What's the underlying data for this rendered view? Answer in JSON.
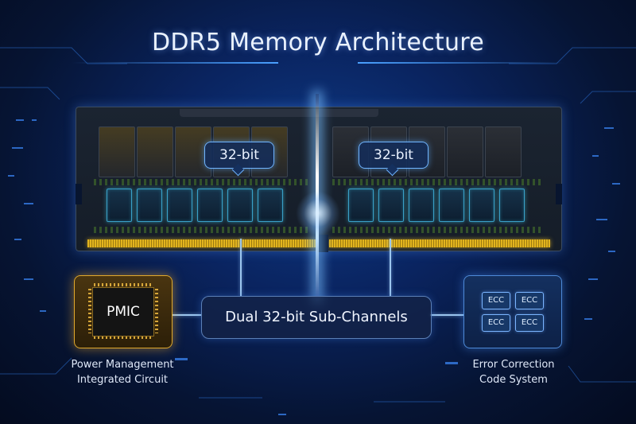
{
  "title": "DDR5 Memory Architecture",
  "channels": {
    "left_label": "32-bit",
    "right_label": "32-bit"
  },
  "subchannels_label": "Dual 32-bit Sub-Channels",
  "pmic": {
    "chip_label": "PMIC",
    "caption_line1": "Power Management",
    "caption_line2": "Integrated Circuit"
  },
  "ecc": {
    "tiles": [
      "ECC",
      "ECC",
      "ECC",
      "ECC"
    ],
    "caption_line1": "Error Correction",
    "caption_line2": "Code System"
  },
  "colors": {
    "background": "#061433",
    "accent_blue": "#4aa0ff",
    "pmic_gold": "#e0a82c",
    "pins_gold": "#e2b41e",
    "dram_cyan": "#3aa0c8"
  }
}
